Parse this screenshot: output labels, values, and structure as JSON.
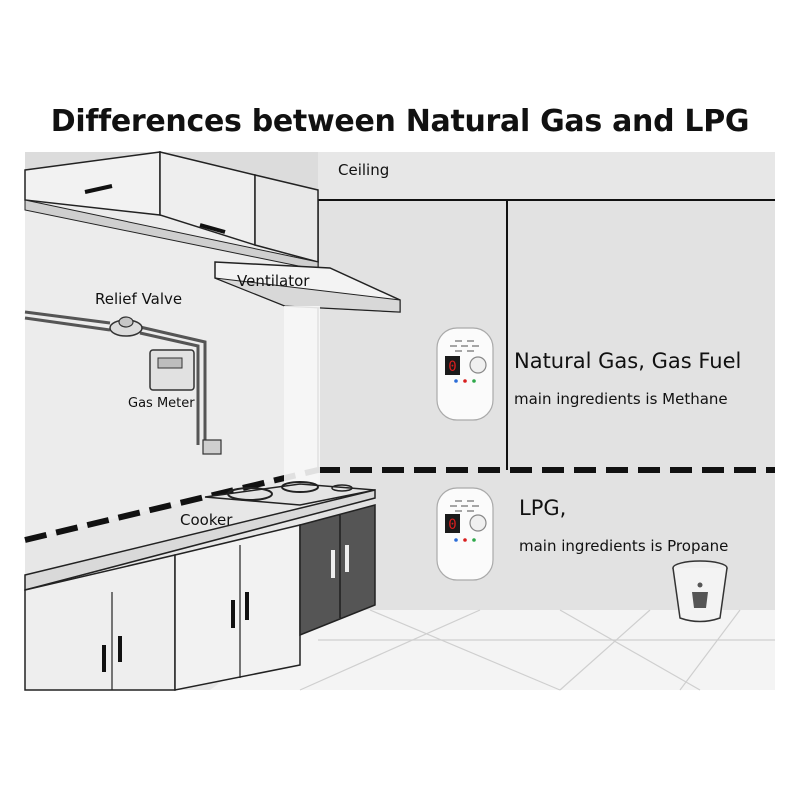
{
  "title": "Differences between Natural Gas and LPG",
  "labels": {
    "ceiling": "Ceiling",
    "ventilator": "Ventilator",
    "relief_valve": "Relief Valve",
    "gas_meter": "Gas Meter",
    "cooker": "Cooker"
  },
  "detectors": [
    {
      "gas": "Natural Gas, Gas Fuel",
      "ingredient": "main ingredients is Methane",
      "display": "0"
    },
    {
      "gas": "LPG,",
      "ingredient": "main ingredients is Propane",
      "display": "0"
    }
  ],
  "colors": {
    "wall": "#e6e6e6",
    "line": "#111111",
    "cabinet_light": "#f0f0f0",
    "cabinet_dark": "#5a5a5a",
    "detector_display": "#d81e1e"
  },
  "icons": [
    "ventilator-hood",
    "relief-valve",
    "gas-meter",
    "gas-pipe",
    "cooker-stove",
    "kitchen-cabinets",
    "gas-detector",
    "trash-can-icon"
  ]
}
